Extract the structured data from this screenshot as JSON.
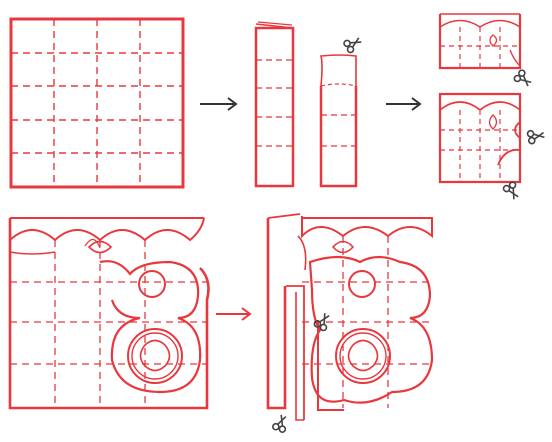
{
  "colors": {
    "ink": "#e8383d",
    "arrow": "#333333",
    "scissors": "#444444",
    "background": "#ffffff"
  },
  "steps": [
    {
      "id": "step-1",
      "icon": null
    },
    {
      "id": "step-2",
      "icon": "scissors-icon"
    },
    {
      "id": "step-3",
      "icon": "scissors-icon"
    },
    {
      "id": "step-4",
      "icon": null
    },
    {
      "id": "step-5",
      "icon": "scissors-icon"
    }
  ],
  "arrows": [
    "right-arrow-icon",
    "right-arrow-icon",
    "right-arrow-icon"
  ]
}
